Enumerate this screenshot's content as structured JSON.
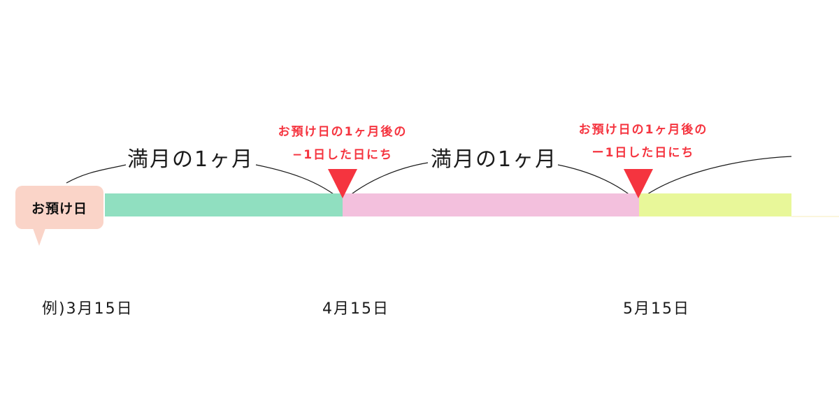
{
  "colors": {
    "segment_1": "#90dfc0",
    "segment_2": "#f3c0dd",
    "segment_3": "#e8f799",
    "tail": "#fbf6dc",
    "badge": "#fad4c8",
    "marker": "#f5343f",
    "accent_text": "#f5343f",
    "text": "#1a1a1a"
  },
  "badge": {
    "label": "お預け日"
  },
  "periods": [
    {
      "label": "満月の1ヶ月"
    },
    {
      "label": "満月の1ヶ月"
    }
  ],
  "notes": [
    {
      "line1": "お預け日の1ヶ月後の",
      "line2": "−1日した日にち"
    },
    {
      "line1": "お預け日の1ヶ月後の",
      "line2": "ー1日した日にち"
    }
  ],
  "dates": [
    {
      "label": "例)3月15日"
    },
    {
      "label": "4月15日"
    },
    {
      "label": "5月15日"
    }
  ],
  "icons": {
    "marker": "triangle-down-icon"
  }
}
